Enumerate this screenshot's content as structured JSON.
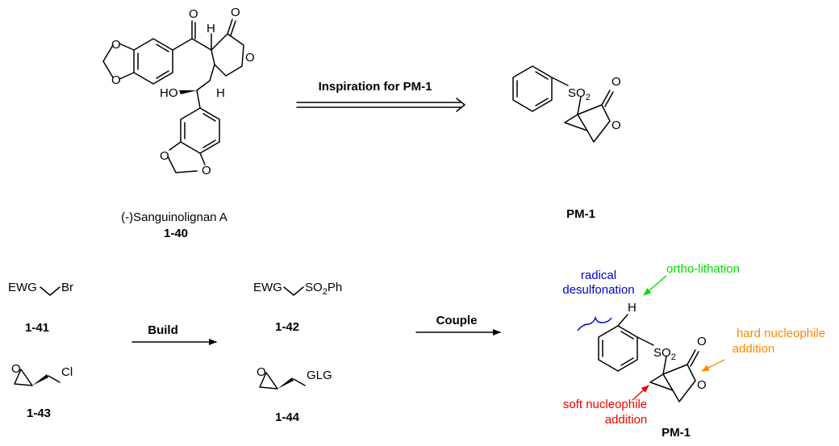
{
  "top": {
    "sanguinolignan": {
      "name": "(-)Sanguinolignan A",
      "number": "1-40",
      "atom_O": "O",
      "atom_H": "H",
      "atom_HO": "HO"
    },
    "arrow_label": "Inspiration for PM-1",
    "pm1": {
      "so2": "SO",
      "so2_sub": "2",
      "atom_O": "O",
      "label": "PM-1"
    }
  },
  "bottom": {
    "c141": {
      "ewg": "EWG",
      "br": "Br",
      "number": "1-41"
    },
    "c143": {
      "atom_O": "O",
      "cl": "Cl",
      "number": "1-43"
    },
    "build_label": "Build",
    "c142": {
      "ewg": "EWG",
      "so2ph": "SO",
      "sub": "2",
      "ph": "Ph",
      "number": "1-42"
    },
    "c144": {
      "atom_O": "O",
      "glg": "GLG",
      "number": "1-44"
    },
    "couple_label": "Couple",
    "pm1": {
      "so2": "SO",
      "so2_sub": "2",
      "atom_O": "O",
      "atom_H": "H",
      "label": "PM-1",
      "annotations": {
        "radical": [
          "radical",
          "desulfonation"
        ],
        "ortho": "ortho-lithation",
        "hard": [
          "hard nucleophile",
          "addition"
        ],
        "soft": [
          "soft nucleophile",
          "addition"
        ]
      }
    }
  },
  "colors": {
    "radical": "#0000cc",
    "ortho": "#00dd00",
    "hard": "#ff8800",
    "soft": "#ee0000"
  }
}
